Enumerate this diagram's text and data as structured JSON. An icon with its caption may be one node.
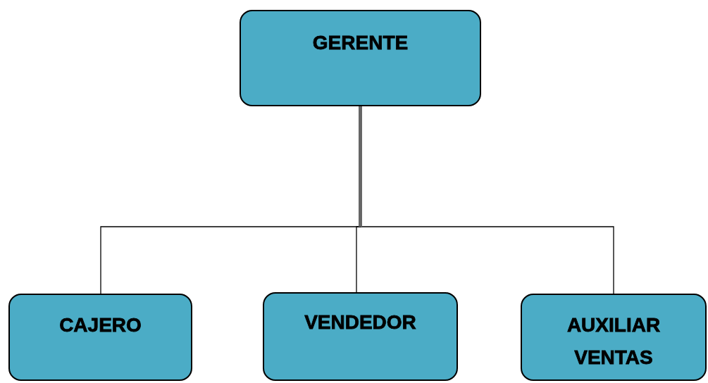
{
  "diagram": {
    "nodes": [
      {
        "text": [
          "GERENTE"
        ]
      },
      {
        "text": [
          "CAJERO"
        ]
      },
      {
        "text": [
          "VENDEDOR"
        ]
      },
      {
        "text": [
          "AUXILIAR VENTAS"
        ]
      }
    ],
    "edges": [
      {
        "from": 0,
        "to": 1,
        "arrow": "none"
      },
      {
        "from": 0,
        "to": 2,
        "arrow": "none"
      },
      {
        "from": 0,
        "to": 3,
        "arrow": "none"
      }
    ]
  }
}
